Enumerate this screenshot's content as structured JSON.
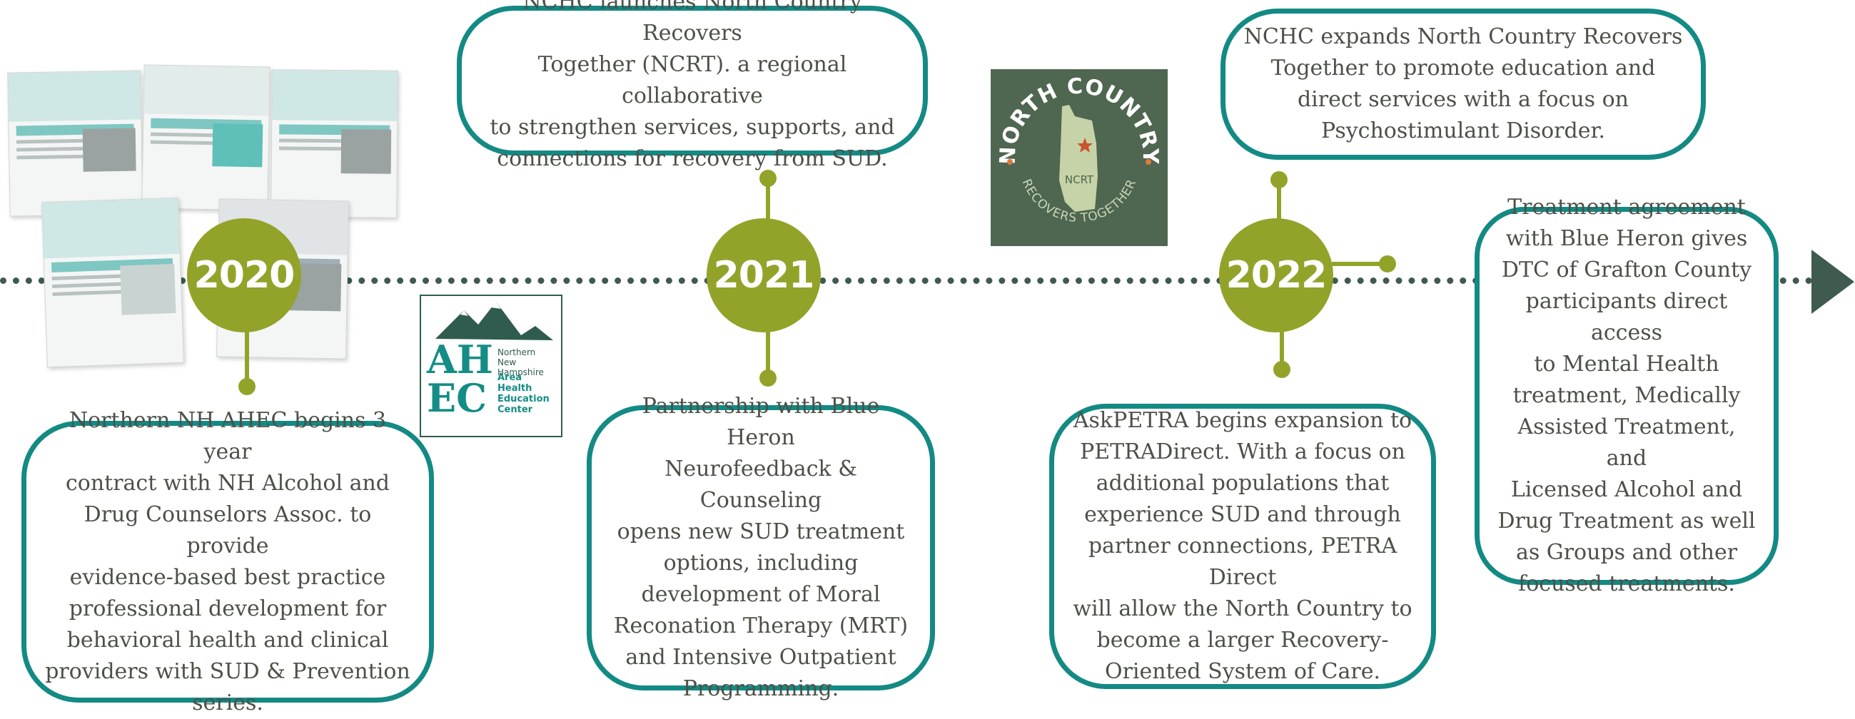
{
  "years": {
    "y2020": "2020",
    "y2021": "2021",
    "y2022": "2022"
  },
  "events": {
    "e2020_ahec": [
      "Northern NH AHEC begins 3 year",
      "contract with NH Alcohol and",
      "Drug Counselors Assoc. to provide",
      "evidence-based best practice",
      "professional development for",
      "behavioral health and clinical",
      "providers with SUD & Prevention",
      "series."
    ],
    "e2021_ncrt": [
      "NCHC launches North Country Recovers",
      "Together (NCRT). a regional collaborative",
      "to strengthen services, supports, and",
      "connections for recovery from SUD."
    ],
    "e2021_blueheron": [
      "Partnership with Blue Heron",
      "Neurofeedback & Counseling",
      "opens  new SUD treatment",
      "options, including",
      "development of Moral",
      "Reconation Therapy (MRT)",
      "and Intensive Outpatient",
      "Programming."
    ],
    "e2022_ncrt": [
      "NCHC expands  North Country Recovers",
      "Together to promote education and",
      "direct services with a focus on",
      "Psychostimulant Disorder."
    ],
    "e2022_petra": [
      "AskPETRA begins expansion to",
      "PETRADirect. With a focus on",
      "additional populations that",
      "experience SUD and through",
      "partner connections, PETRA Direct",
      "will allow the North Country to",
      "become a larger Recovery-",
      "Oriented System of Care."
    ],
    "e2022_treatment": [
      "Treatment agreement",
      "with Blue Heron gives",
      "DTC of Grafton County",
      "participants direct access",
      "to Mental Health",
      "treatment, Medically",
      "Assisted Treatment, and",
      "Licensed Alcohol and",
      "Drug Treatment as well",
      "as Groups and other",
      "focused treatments."
    ]
  },
  "ahec_logo": {
    "big_a": "AH",
    "big_b": "EC",
    "line1": "Northern",
    "line2": "New Hampshire",
    "line3": "Area",
    "line4": "Health",
    "line5": "Education",
    "line6": "Center"
  },
  "ncrt_logo": {
    "arc_top": "NORTH COUNTRY",
    "arc_bottom": "RECOVERS TOGETHER",
    "abbr": "NCRT"
  },
  "colors": {
    "year_circle": "#93a32a",
    "bubble_border": "#138a83",
    "timeline": "#3f5a4e",
    "text": "#4c5148"
  }
}
